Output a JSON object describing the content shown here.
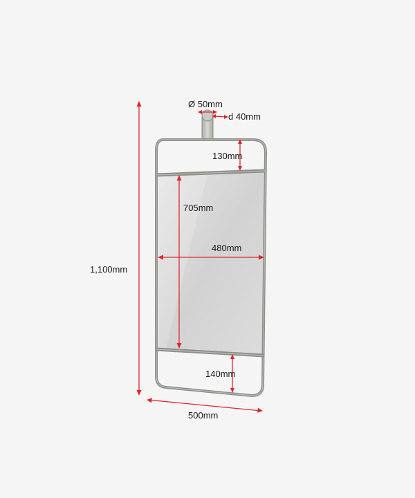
{
  "dimensions": {
    "hook_diameter": "Ø 50mm",
    "hook_depth": "d 40mm",
    "top_section": "130mm",
    "mirror_height": "705mm",
    "mirror_width": "480mm",
    "bottom_section": "140mm",
    "total_height": "1,100mm",
    "total_width": "500mm"
  },
  "colors": {
    "background": "#f5f5f5",
    "frame": "#8c8e89",
    "mirror": "#d6d6d6",
    "dimension_line": "#e0262b",
    "text": "#1a1a1a"
  }
}
